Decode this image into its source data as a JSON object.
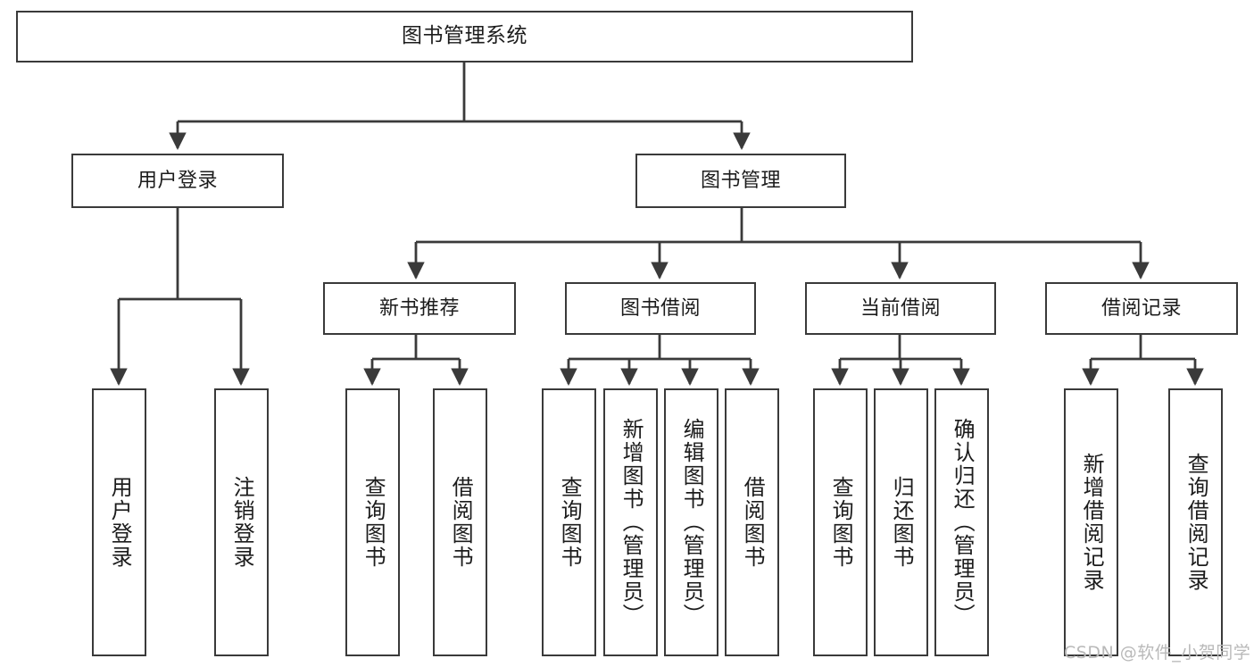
{
  "diagram": {
    "title": "图书管理系统",
    "type": "tree",
    "watermark": "CSDN @软件_小贺同学",
    "colors": {
      "stroke": "#3a3a3a",
      "fill": "#ffffff",
      "text": "#1c1c1c",
      "watermark": "#b9b9b9"
    },
    "nodes": {
      "root": {
        "label": "图书管理系统"
      },
      "level2": [
        {
          "id": "user-login",
          "label": "用户登录"
        },
        {
          "id": "book-management",
          "label": "图书管理"
        }
      ],
      "level3": [
        {
          "id": "new-book-recommend",
          "label": "新书推荐"
        },
        {
          "id": "book-borrow",
          "label": "图书借阅"
        },
        {
          "id": "current-borrow",
          "label": "当前借阅"
        },
        {
          "id": "borrow-record",
          "label": "借阅记录"
        }
      ],
      "leaves": [
        {
          "id": "leaf-user-login",
          "label": "用户登录",
          "parent": "user-login"
        },
        {
          "id": "leaf-logout-login",
          "label": "注销登录",
          "parent": "user-login"
        },
        {
          "id": "leaf-query-book-1",
          "label": "查询图书",
          "parent": "new-book-recommend"
        },
        {
          "id": "leaf-borrow-book-1",
          "label": "借阅图书",
          "parent": "new-book-recommend"
        },
        {
          "id": "leaf-query-book-2",
          "label": "查询图书",
          "parent": "book-borrow"
        },
        {
          "id": "leaf-add-book",
          "label": "新增图书（管理员）",
          "parent": "book-borrow"
        },
        {
          "id": "leaf-edit-book",
          "label": "编辑图书（管理员）",
          "parent": "book-borrow"
        },
        {
          "id": "leaf-borrow-book-2",
          "label": "借阅图书",
          "parent": "book-borrow"
        },
        {
          "id": "leaf-query-book-3",
          "label": "查询图书",
          "parent": "current-borrow"
        },
        {
          "id": "leaf-return-book",
          "label": "归还图书",
          "parent": "current-borrow"
        },
        {
          "id": "leaf-confirm-return",
          "label": "确认归还（管理员）",
          "parent": "current-borrow"
        },
        {
          "id": "leaf-add-record",
          "label": "新增借阅记录",
          "parent": "borrow-record"
        },
        {
          "id": "leaf-query-record",
          "label": "查询借阅记录",
          "parent": "borrow-record"
        }
      ]
    }
  }
}
